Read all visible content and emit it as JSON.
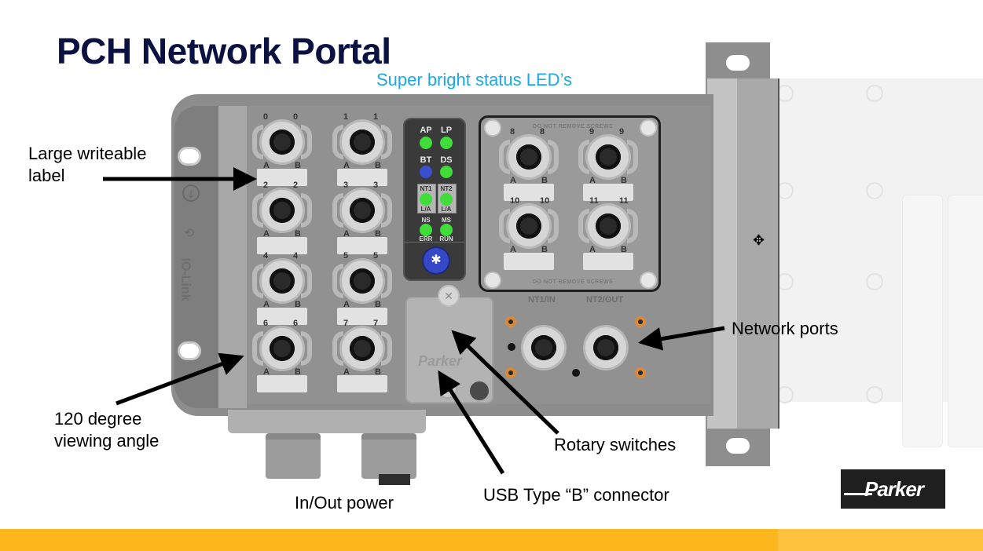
{
  "slide": {
    "title": "PCH Network Portal",
    "callouts": {
      "leds": "Super bright status LED’s",
      "label_line1": "Large writeable",
      "label_line2": "label",
      "viewing_line1": "120 degree",
      "viewing_line2": "viewing angle",
      "power": "In/Out power",
      "usb": "USB Type “B” connector",
      "rotary": "Rotary switches",
      "network": "Network ports"
    },
    "logo": "Parker"
  },
  "device": {
    "side_text": "IO-Link",
    "io_ports": [
      {
        "num": "0",
        "a": "A",
        "b": "B"
      },
      {
        "num": "1",
        "a": "A",
        "b": "B"
      },
      {
        "num": "2",
        "a": "A",
        "b": "B"
      },
      {
        "num": "3",
        "a": "A",
        "b": "B"
      },
      {
        "num": "4",
        "a": "A",
        "b": "B"
      },
      {
        "num": "5",
        "a": "A",
        "b": "B"
      },
      {
        "num": "6",
        "a": "A",
        "b": "B"
      },
      {
        "num": "7",
        "a": "A",
        "b": "B"
      }
    ],
    "plate_ports": [
      {
        "num": "8",
        "a": "A",
        "b": "B"
      },
      {
        "num": "9",
        "a": "A",
        "b": "B"
      },
      {
        "num": "10",
        "a": "A",
        "b": "B"
      },
      {
        "num": "11",
        "a": "A",
        "b": "B"
      }
    ],
    "plate_text": "DO NOT REMOVE SCREWS",
    "leds": {
      "ap": "AP",
      "lp": "LP",
      "bt": "BT",
      "ds": "DS",
      "nt1": "NT1",
      "nt2": "NT2",
      "la1": "L/A",
      "la2": "L/A",
      "ns": "NS",
      "ms": "MS",
      "err": "ERR",
      "run": "RUN",
      "bluetooth_symbol": "✱"
    },
    "led_colors": {
      "green": "#3fdc3a",
      "blue": "#3a4fd0"
    },
    "network_labels": {
      "nt1": "NT1/IN",
      "nt2": "NT2/OUT"
    },
    "usb_cover_logo": "Parker"
  }
}
